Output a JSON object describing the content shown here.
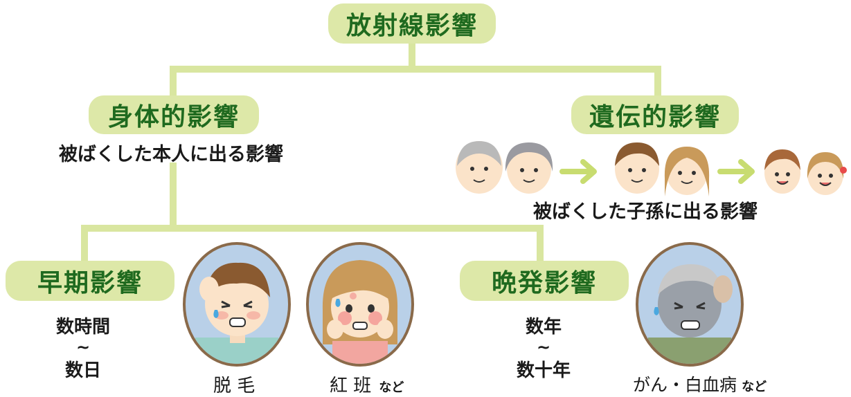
{
  "root": {
    "title": "放射線影響"
  },
  "somatic": {
    "title": "身体的影響",
    "description": "被ばくした本人に出る影響"
  },
  "genetic": {
    "title": "遺伝的影響",
    "description": "被ばくした子孫に出る影響"
  },
  "early": {
    "title": "早期影響",
    "time_from": "数時間",
    "tilde": "~",
    "time_to": "数日",
    "examples": [
      {
        "label": "脱 毛",
        "suffix": ""
      },
      {
        "label": "紅 班",
        "suffix": "など"
      }
    ]
  },
  "late": {
    "title": "晩発影響",
    "time_from": "数年",
    "tilde": "~",
    "time_to": "数十年",
    "examples": [
      {
        "label": "がん・白血病",
        "suffix": "など"
      }
    ]
  },
  "colors": {
    "pill_bg": "#dde8a8",
    "pill_text": "#1f6a1f",
    "connector": "#d9e6a0",
    "portrait_ring": "#8a6a4a",
    "portrait_bg": "#b9d0e8"
  }
}
